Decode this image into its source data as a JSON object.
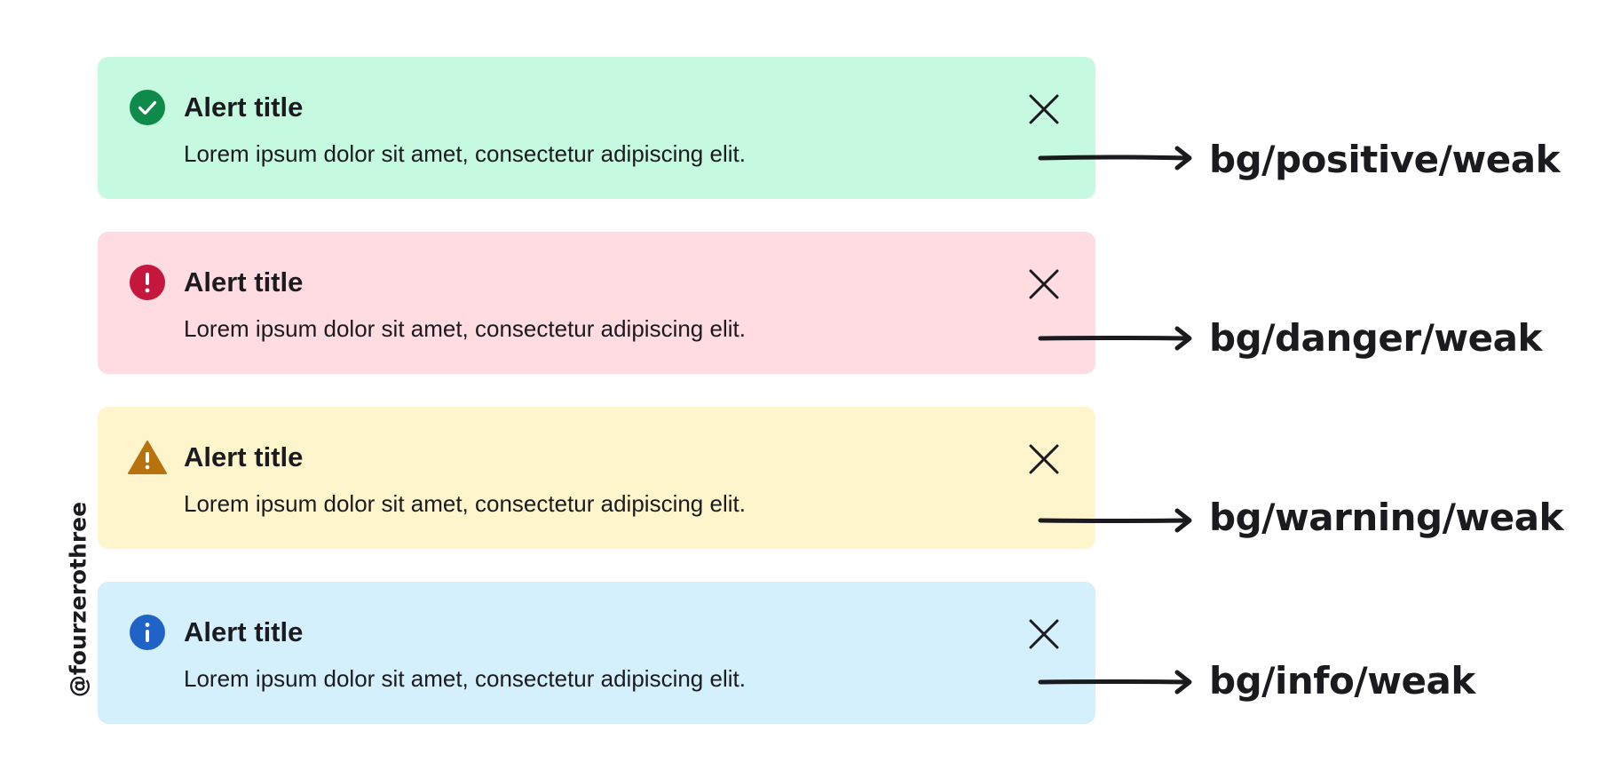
{
  "alerts": [
    {
      "kind": "positive",
      "title": "Alert title",
      "message": "Lorem ipsum dolor sit amet, consectetur adipiscing elit.",
      "icon": "check-circle-icon",
      "background": "#c5f9e0",
      "icon_color": "#0e8a4a",
      "token": "bg/positive/weak"
    },
    {
      "kind": "danger",
      "title": "Alert title",
      "message": "Lorem ipsum dolor sit amet, consectetur adipiscing elit.",
      "icon": "exclamation-circle-icon",
      "background": "#ffdbe2",
      "icon_color": "#c4173b",
      "token": "bg/danger/weak"
    },
    {
      "kind": "warning",
      "title": "Alert title",
      "message": "Lorem ipsum dolor sit amet, consectetur adipiscing elit.",
      "icon": "warning-triangle-icon",
      "background": "#fff5cd",
      "icon_color": "#b8730e",
      "token": "bg/warning/weak"
    },
    {
      "kind": "info",
      "title": "Alert title",
      "message": "Lorem ipsum dolor sit amet, consectetur adipiscing elit.",
      "icon": "info-circle-icon",
      "background": "#d4f0fc",
      "icon_color": "#1f63c7",
      "token": "bg/info/weak"
    }
  ],
  "close_icon": "close-icon",
  "watermark": "@fourzerothree"
}
